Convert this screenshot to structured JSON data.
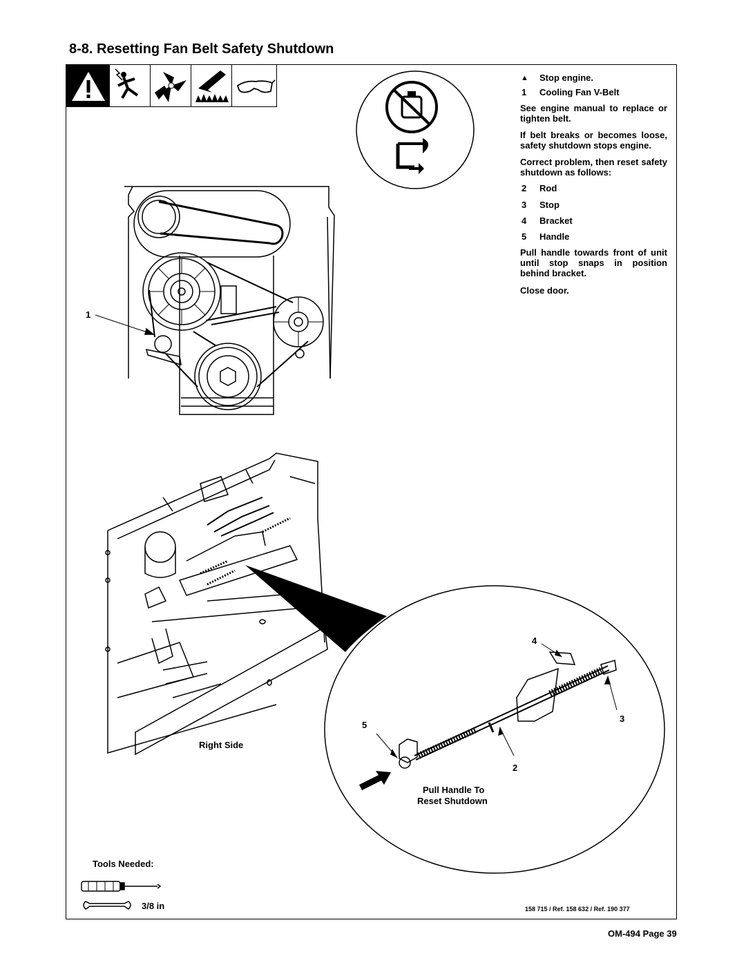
{
  "title": "8-8.  Resetting Fan Belt Safety Shutdown",
  "hazard_icons": [
    "warning-icon",
    "electric-shock-icon",
    "moving-parts-icon",
    "hot-parts-icon",
    "safety-glasses-icon"
  ],
  "steps": {
    "stop_engine": "Stop engine.",
    "item1_num": "1",
    "item1": "Cooling Fan V-Belt",
    "see_manual": "See engine manual to replace or tighten belt.",
    "if_belt": "If belt breaks or becomes loose, safety shutdown stops engine.",
    "correct": "Correct problem, then reset safety shutdown as follows:",
    "item2_num": "2",
    "item2": "Rod",
    "item3_num": "3",
    "item3": "Stop",
    "item4_num": "4",
    "item4": "Bracket",
    "item5_num": "5",
    "item5": "Handle",
    "pull": "Pull handle towards front of unit until stop snaps in position behind bracket.",
    "close": "Close door."
  },
  "callouts": {
    "c1": "1",
    "c2": "2",
    "c3": "3",
    "c4": "4",
    "c5": "5"
  },
  "right_side": "Right Side",
  "pull_handle_line1": "Pull Handle To",
  "pull_handle_line2": "Reset Shutdown",
  "tools_needed": "Tools Needed:",
  "wrench_size": "3/8 in",
  "reference": "158 715 / Ref. 158 632 / Ref. 190 377",
  "page_label": "OM-494 Page 39"
}
